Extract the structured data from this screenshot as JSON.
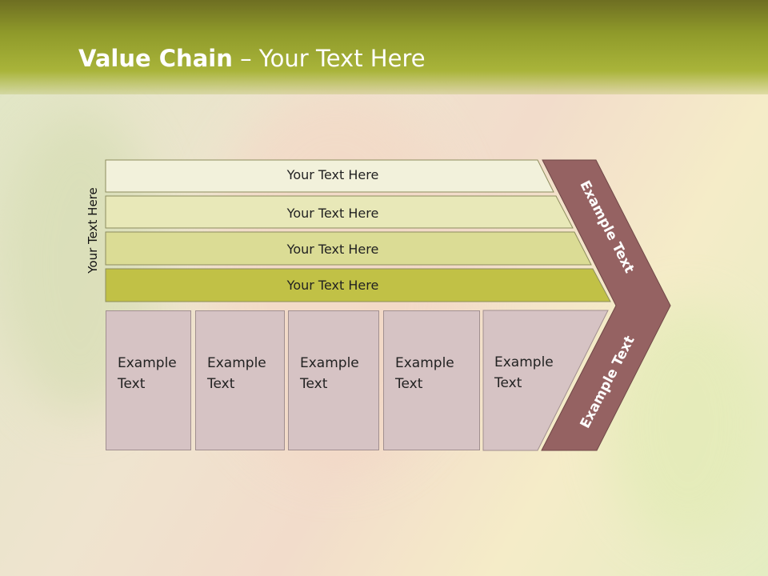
{
  "slide": {
    "title_bold": "Value Chain",
    "title_rest": " – Your Text Here",
    "side_label": "Your Text Here",
    "bands": [
      {
        "label": "Your Text Here",
        "color": "#f2f1db"
      },
      {
        "label": "Your Text Here",
        "color": "#e8e8b8"
      },
      {
        "label": "Your Text Here",
        "color": "#dbdc95"
      },
      {
        "label": "Your Text Here",
        "color": "#c1c146"
      }
    ],
    "boxes": [
      {
        "line1": "Example",
        "line2": "Text"
      },
      {
        "line1": "Example",
        "line2": "Text"
      },
      {
        "line1": "Example",
        "line2": "Text"
      },
      {
        "line1": "Example",
        "line2": "Text"
      },
      {
        "line1": "Example",
        "line2": "Text"
      }
    ],
    "chevron": {
      "upper_label": "Example Text",
      "lower_label": "Example Text",
      "color": "#956262"
    },
    "colors": {
      "header": "#8f9a2a",
      "box_fill": "#d6c3c4"
    }
  }
}
